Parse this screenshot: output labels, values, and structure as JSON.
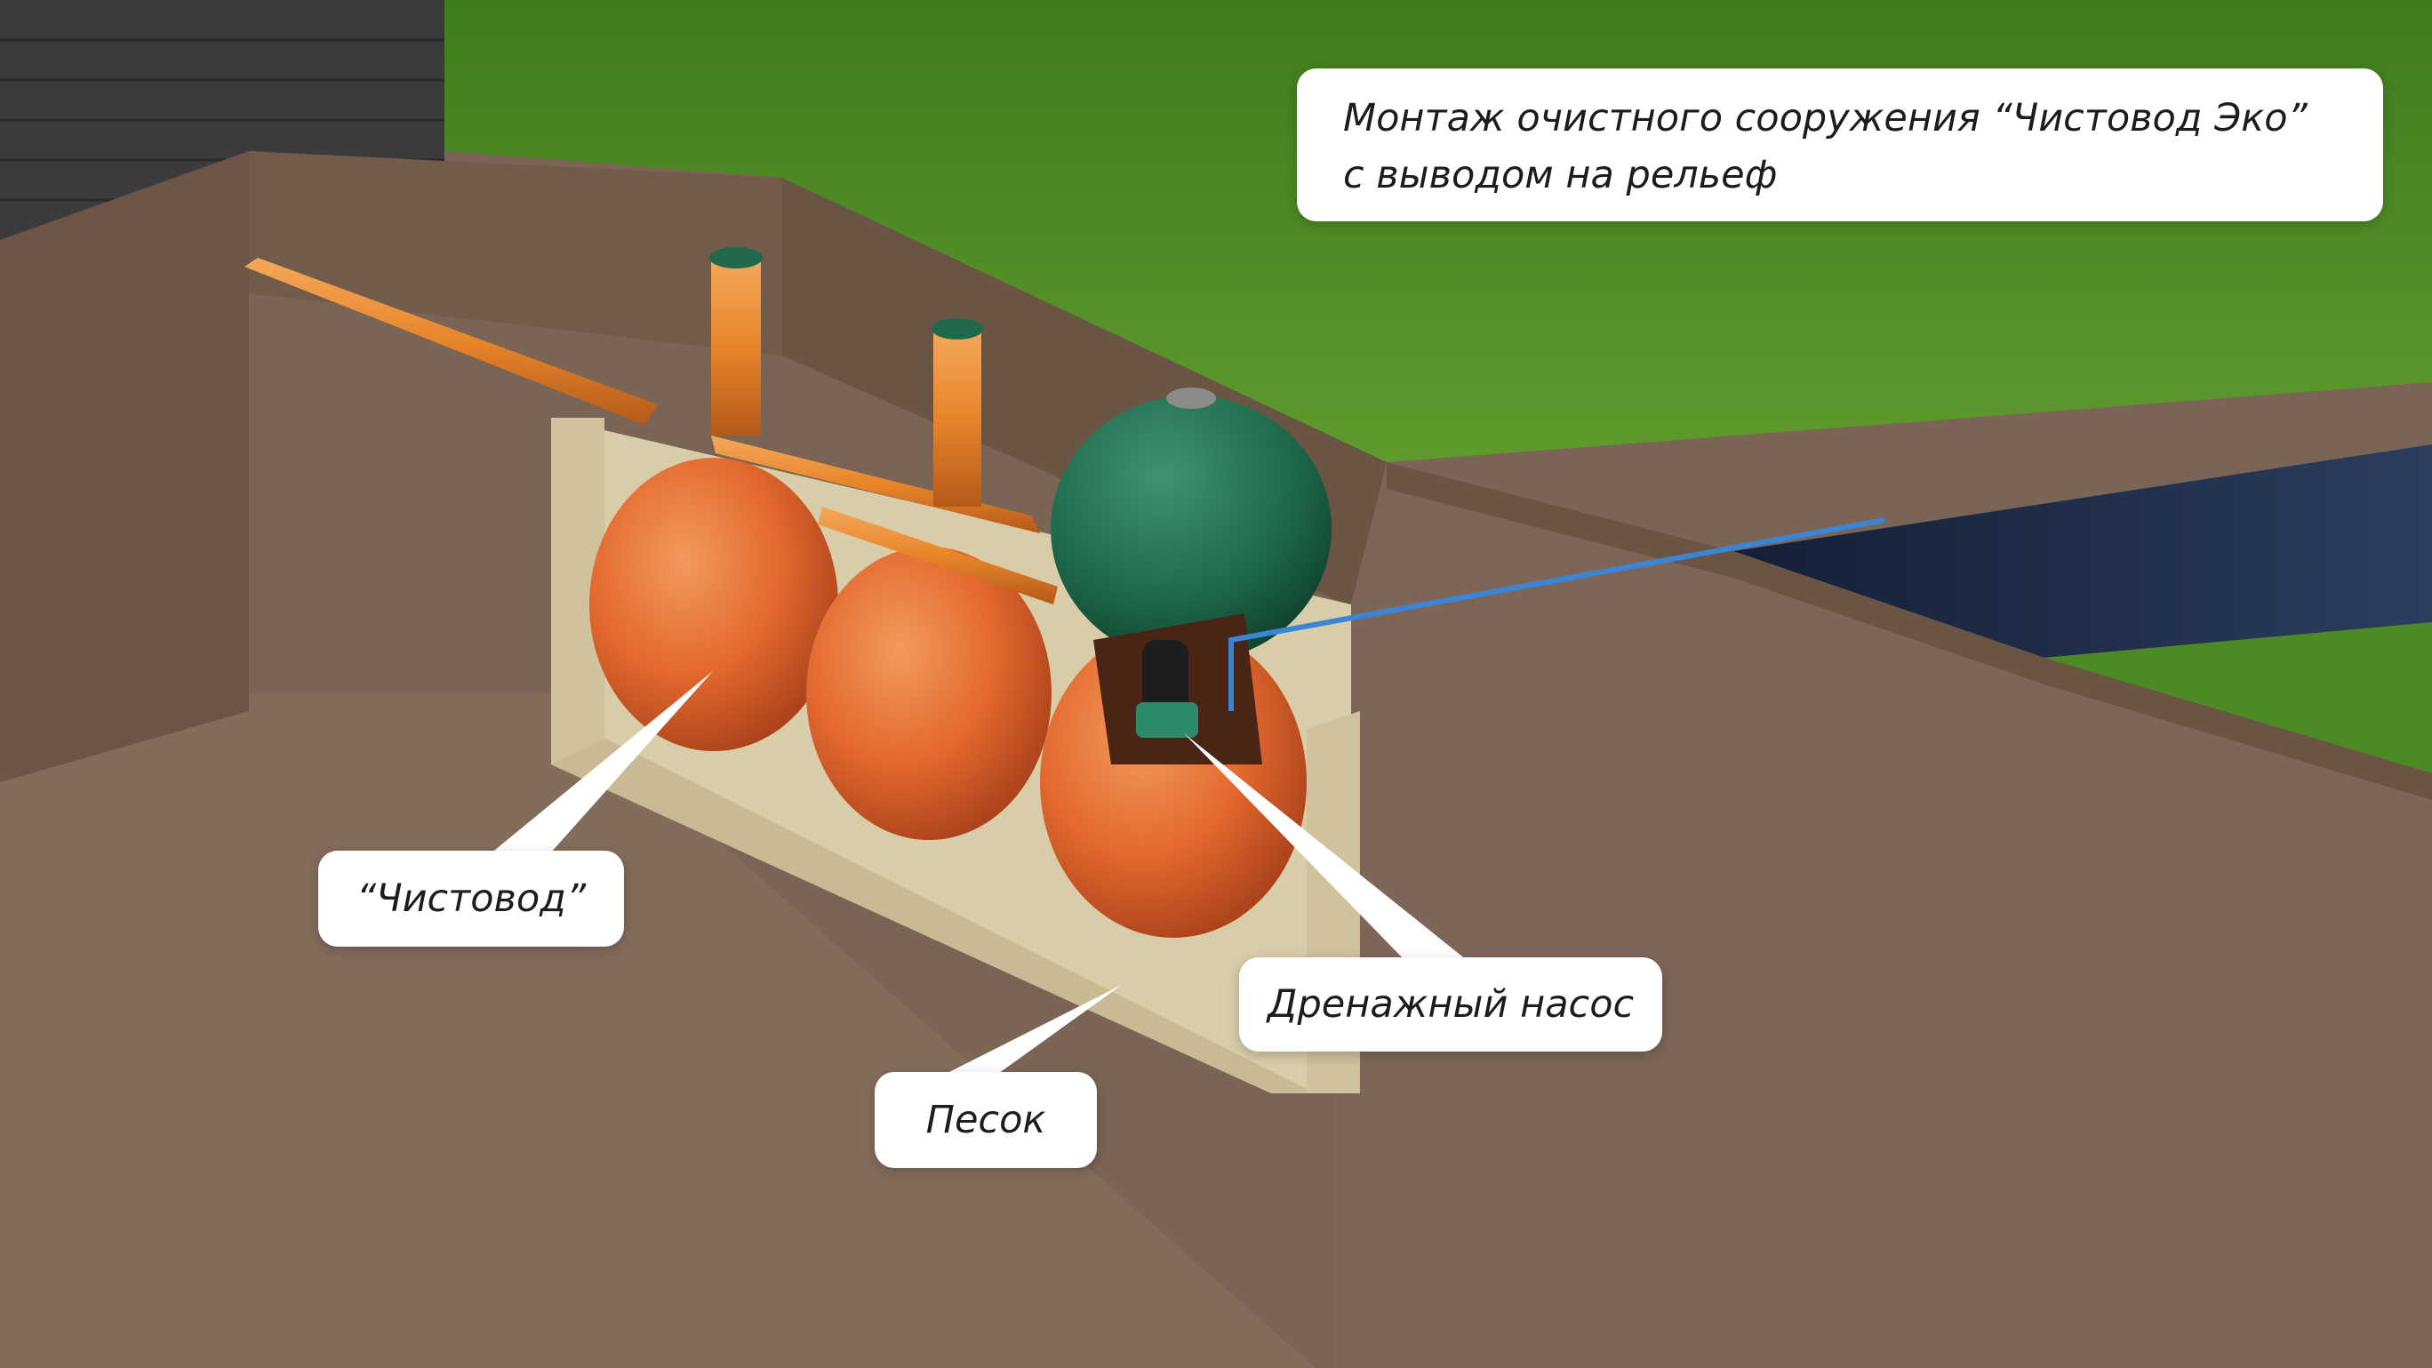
{
  "diagram": {
    "title_line1": "Монтаж очистного сооружения “Чистовод Эко”",
    "title_line2": "с выводом на рельеф",
    "label_tanks": "“Чистовод”",
    "label_pump": "Дренажный насос",
    "label_sand": "Песок"
  },
  "colors": {
    "tank_orange": "#e3692f",
    "pipe_orange": "#e8852a",
    "lid_green": "#1f6a4c",
    "outlet_blue": "#3a86d6",
    "grass": "#4c8a24",
    "soil": "#7a6455",
    "sand": "#d9cda9",
    "water": "#1c2a45"
  }
}
